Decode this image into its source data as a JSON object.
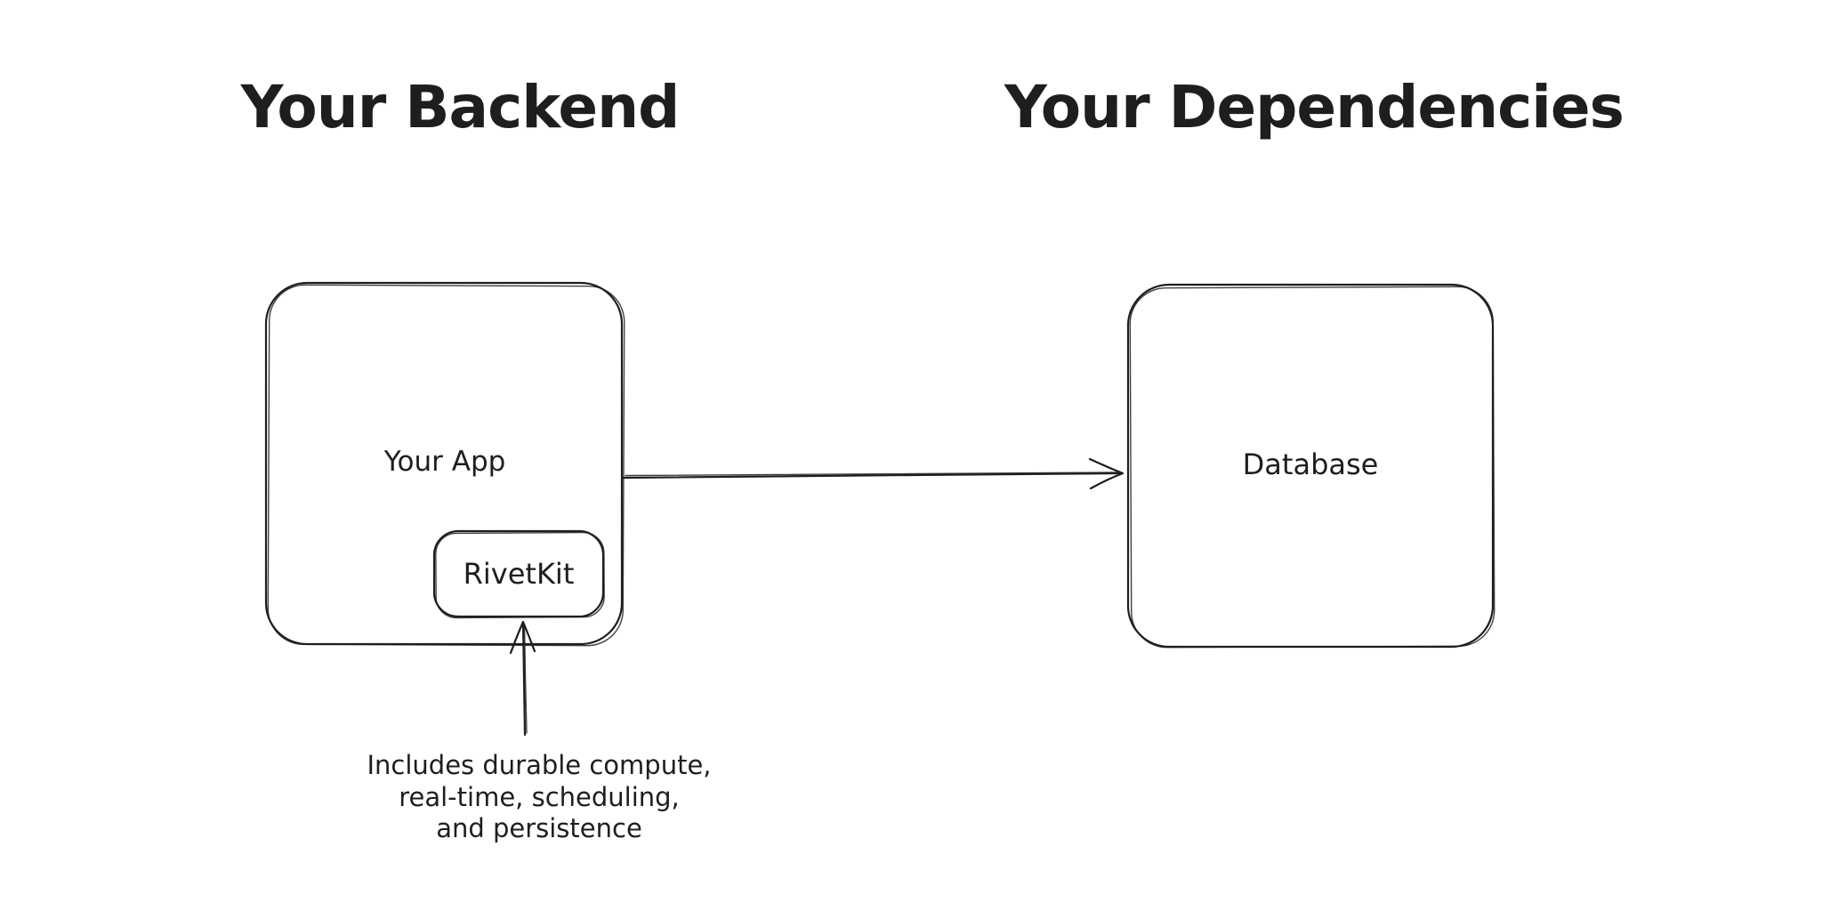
{
  "page": {
    "background_color": "#ffffff",
    "ink_color": "#1e1e1e",
    "style": "hand-drawn whiteboard diagram"
  },
  "headings": {
    "left_title": "Your Backend",
    "right_title": "Your Dependencies"
  },
  "nodes": {
    "your_app": {
      "label": "Your App"
    },
    "rivetkit": {
      "label": "RivetKit"
    },
    "database": {
      "label": "Database"
    }
  },
  "arrows": {
    "app_to_database": {
      "from": "Your App",
      "to": "Database",
      "direction": "right"
    },
    "annotation_to_rivetkit": {
      "from": "annotation caption",
      "to": "RivetKit",
      "direction": "up"
    }
  },
  "annotation": {
    "line1": "Includes durable compute,",
    "line2": "real-time, scheduling,",
    "line3": "and persistence"
  }
}
